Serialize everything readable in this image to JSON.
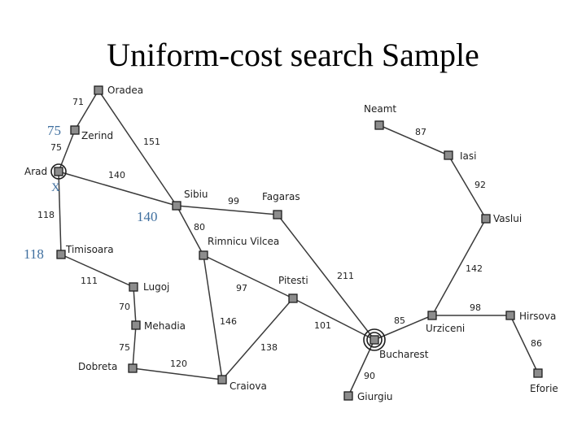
{
  "title": "Uniform-cost search Sample",
  "colors": {
    "annotation": "#3f6f9f",
    "node_fill": "#8c8c8c",
    "ink": "#1e1e1e"
  },
  "cities": {
    "oradea": "Oradea",
    "zerind": "Zerind",
    "arad": "Arad",
    "timisoara": "Timisoara",
    "lugoj": "Lugoj",
    "mehadia": "Mehadia",
    "dobreta": "Dobreta",
    "craiova": "Craiova",
    "sibiu": "Sibiu",
    "fagaras": "Fagaras",
    "rimnicu": "Rimnicu Vilcea",
    "pitesti": "Pitesti",
    "bucharest": "Bucharest",
    "giurgiu": "Giurgiu",
    "urziceni": "Urziceni",
    "hirsova": "Hirsova",
    "eforie": "Eforie",
    "vaslui": "Vaslui",
    "iasi": "Iasi",
    "neamt": "Neamt"
  },
  "roads": {
    "oradea_zerind": "71",
    "zerind_arad": "75",
    "oradea_sibiu": "151",
    "arad_sibiu": "140",
    "arad_timisoara": "118",
    "timisoara_lugoj": "111",
    "lugoj_mehadia": "70",
    "mehadia_dobreta": "75",
    "dobreta_craiova": "120",
    "sibiu_fagaras": "99",
    "sibiu_rimnicu": "80",
    "rimnicu_pitesti": "97",
    "rimnicu_craiova": "146",
    "craiova_pitesti": "138",
    "pitesti_bucharest": "101",
    "fagaras_bucharest": "211",
    "bucharest_giurgiu": "90",
    "bucharest_urziceni": "85",
    "urziceni_hirsova": "98",
    "hirsova_eforie": "86",
    "urziceni_vaslui": "142",
    "vaslui_iasi": "92",
    "iasi_neamt": "87"
  },
  "annotations": {
    "zerind_cost": "75",
    "sibiu_cost": "140",
    "timisoara_cost": "118",
    "expanded_mark": "X"
  }
}
